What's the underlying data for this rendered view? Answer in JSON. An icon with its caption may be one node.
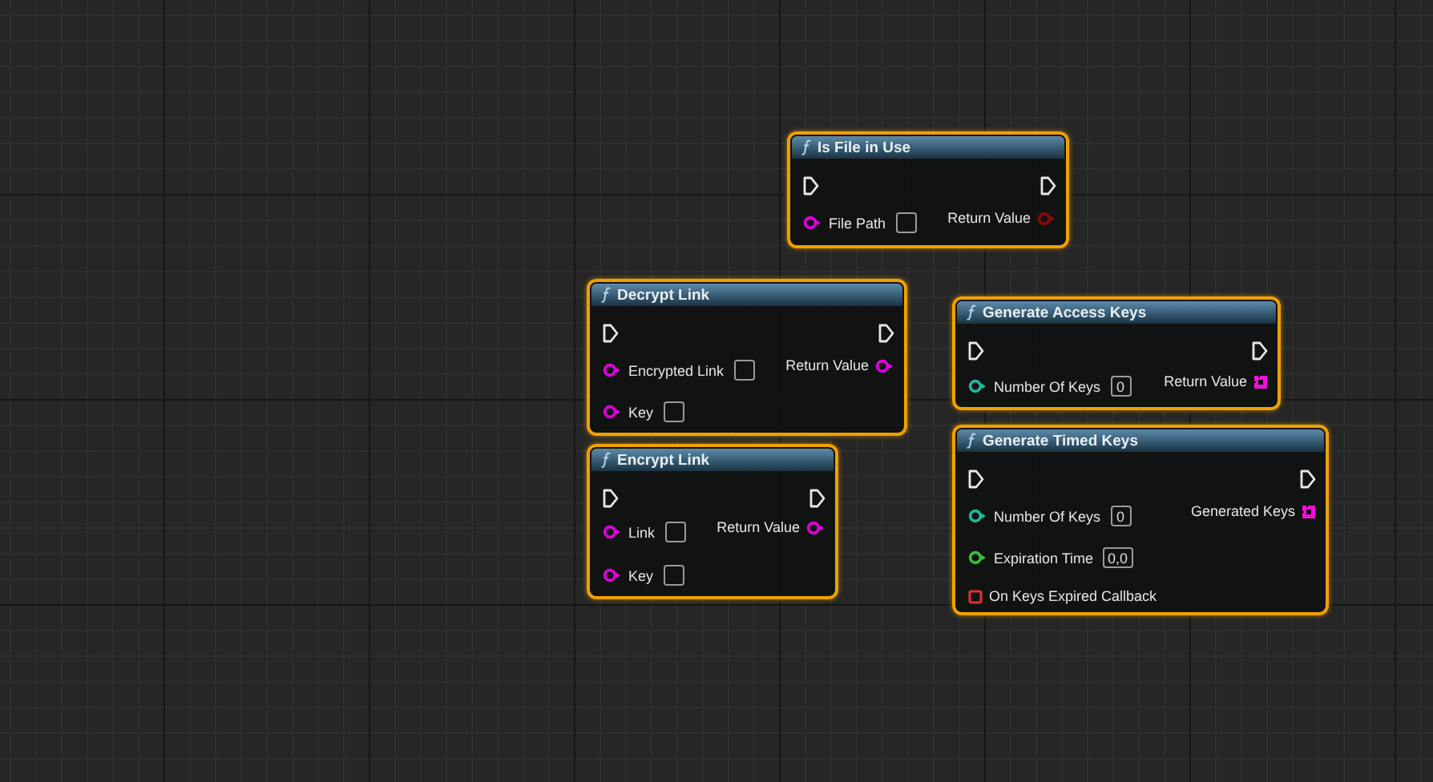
{
  "diagram": {
    "nodes": [
      {
        "text": [
          "Is File in Use",
          "File Path",
          "Return Value"
        ]
      },
      {
        "text": [
          "Decrypt Link",
          "Encrypted Link",
          "Return Value",
          "Key"
        ]
      },
      {
        "text": [
          "Encrypt Link",
          "Link",
          "Return Value",
          "Key"
        ]
      },
      {
        "text": [
          "Generate Access Keys",
          "Number Of Keys",
          "0",
          "Return Value"
        ]
      },
      {
        "text": [
          "Generate Timed Keys",
          "Number Of Keys",
          "0",
          "Generated Keys",
          "Expiration Time",
          "0,0",
          "On Keys Expired Callback"
        ]
      }
    ]
  }
}
